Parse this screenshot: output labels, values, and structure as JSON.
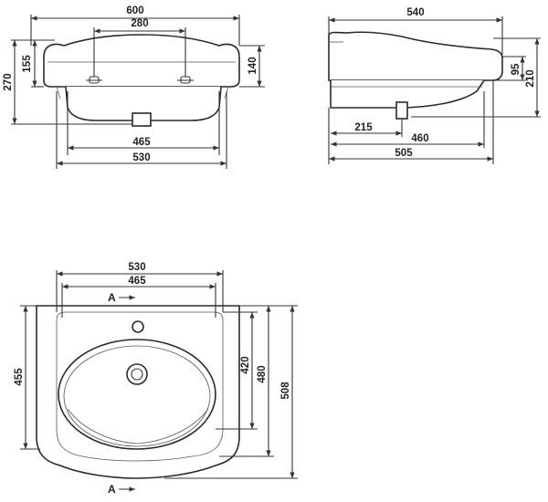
{
  "front_view": {
    "width_total": "600",
    "tap_spacing": "280",
    "bowl_inner_width": "465",
    "bowl_outer_width": "530",
    "height_total": "270",
    "rim_height": "155",
    "right_height": "140"
  },
  "side_view": {
    "depth_total": "540",
    "rim_height": "95",
    "height_total": "210",
    "drain_offset": "215",
    "bowl_depth": "460",
    "base_depth": "505"
  },
  "top_view": {
    "outer_width": "530",
    "inner_width": "465",
    "section_mark": "A",
    "depth_left": "455",
    "bowl_depth": "420",
    "inner_depth": "480",
    "total_depth": "508"
  }
}
